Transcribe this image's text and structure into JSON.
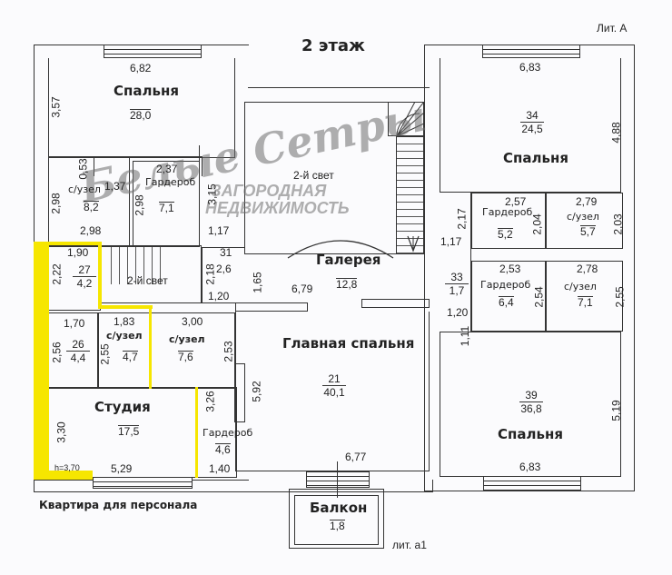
{
  "header": {
    "title": "2 этаж",
    "lit_a": "Лит. А",
    "lit_a1": "лит. а1"
  },
  "caption": "Квартира для персонала",
  "watermark": {
    "line1": "ЗАГОРОДНАЯ",
    "line2": "НЕДВИЖИМОСТЬ",
    "logo": "Белые Сетры"
  },
  "highlight_color": "#f6e600",
  "rooms": {
    "bedroom_nw": {
      "name": "Спальня",
      "area": "28,0",
      "width": "6,82",
      "depth": "3,57"
    },
    "wc_nw": {
      "name": "с/узел",
      "area": "8,2",
      "w1": "1,37",
      "w2": "2,98",
      "d": "2,98",
      "d2": "0,53"
    },
    "wardrobe_nw": {
      "name": "Гардероб",
      "area": "7,1",
      "width": "2,37",
      "depth": "2,98"
    },
    "corridor_31": {
      "num": "31",
      "area": "2,6",
      "d1": "1,17",
      "d2": "3,15",
      "d3": "2,18",
      "w": "1,20"
    },
    "second_light_top": {
      "name": "2-й свет"
    },
    "room_27": {
      "num": "27",
      "area": "4,2",
      "width": "1,90",
      "depth": "2,22"
    },
    "second_light_small": {
      "name": "2-й свет"
    },
    "room_26": {
      "num": "26",
      "area": "4,4",
      "width": "1,70",
      "depth": "2,56"
    },
    "wc_small": {
      "name": "с/узел",
      "area": "4,7",
      "width": "1,83",
      "depth": "2,55"
    },
    "wc_mid": {
      "name": "с/узел",
      "area": "7,6",
      "width": "3,00",
      "depth": "2,53"
    },
    "studio": {
      "name": "Студия",
      "area": "17,5",
      "width": "5,29",
      "depth": "3,30",
      "height": "h=3,70"
    },
    "wardrobe_sw": {
      "name": "Гардероб",
      "area": "4,6",
      "depth": "3,26",
      "width": "1,40"
    },
    "gallery": {
      "name": "Галерея",
      "area": "12,8",
      "width": "6,79",
      "depth": "1,65"
    },
    "master_bedroom": {
      "name": "Главная спальня",
      "num": "21",
      "area": "40,1",
      "width": "6,77",
      "depth": "5,92"
    },
    "balcony": {
      "name": "Балкон",
      "area": "1,8"
    },
    "bedroom_ne": {
      "name": "Спальня",
      "num": "34",
      "area": "24,5",
      "width": "6,83",
      "depth": "4,88"
    },
    "wardrobe_ne1": {
      "name": "Гардероб",
      "area": "5,2",
      "width": "2,57",
      "depth": "2,04"
    },
    "wc_ne1": {
      "name": "с/узел",
      "area": "5,7",
      "width": "2,79",
      "depth": "2,03"
    },
    "corridor_33": {
      "num": "33",
      "area": "1,7",
      "d1": "2,17",
      "d2": "1,17",
      "w": "1,20",
      "d3": "1,11"
    },
    "wardrobe_ne2": {
      "name": "Гардероб",
      "area": "6,4",
      "width": "2,53",
      "depth": "2,54"
    },
    "wc_ne2": {
      "name": "с/узел",
      "area": "7,1",
      "width": "2,78",
      "depth": "2,55"
    },
    "bedroom_se": {
      "name": "Спальня",
      "num": "39",
      "area": "36,8",
      "width": "6,83",
      "depth": "5,19"
    }
  }
}
